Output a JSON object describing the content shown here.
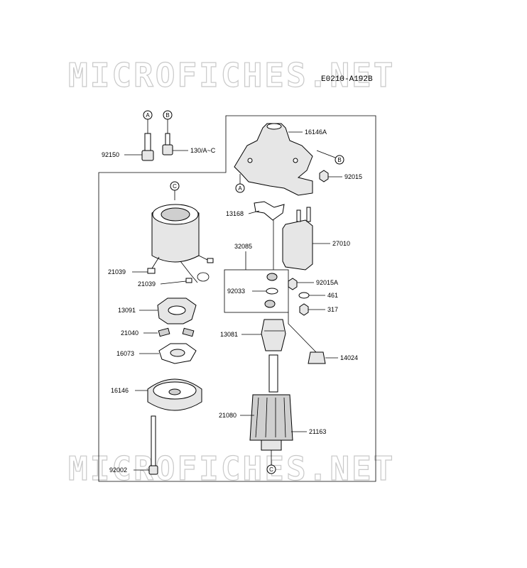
{
  "watermark": {
    "top": "MICROFICHES.NET",
    "bottom": "MICROFICHES.NET"
  },
  "diagram_code": "E0210-A192B",
  "callouts": {
    "a1": "A",
    "b1": "B",
    "c1": "C",
    "a2": "A",
    "b2": "B",
    "c2": "C"
  },
  "parts": {
    "p92150": "92150",
    "p130": "130/A~C",
    "p16146A": "16146A",
    "p92015": "92015",
    "p13168": "13168",
    "p27010": "27010",
    "p32085": "32085",
    "p21039a": "21039",
    "p21039b": "21039",
    "p92033": "92033",
    "p92015A": "92015A",
    "p461": "461",
    "p317": "317",
    "p13091": "13091",
    "p21040": "21040",
    "p13081": "13081",
    "p16073": "16073",
    "p14024": "14024",
    "p16146": "16146",
    "p21080": "21080",
    "p21163": "21163",
    "p92002": "92002"
  }
}
